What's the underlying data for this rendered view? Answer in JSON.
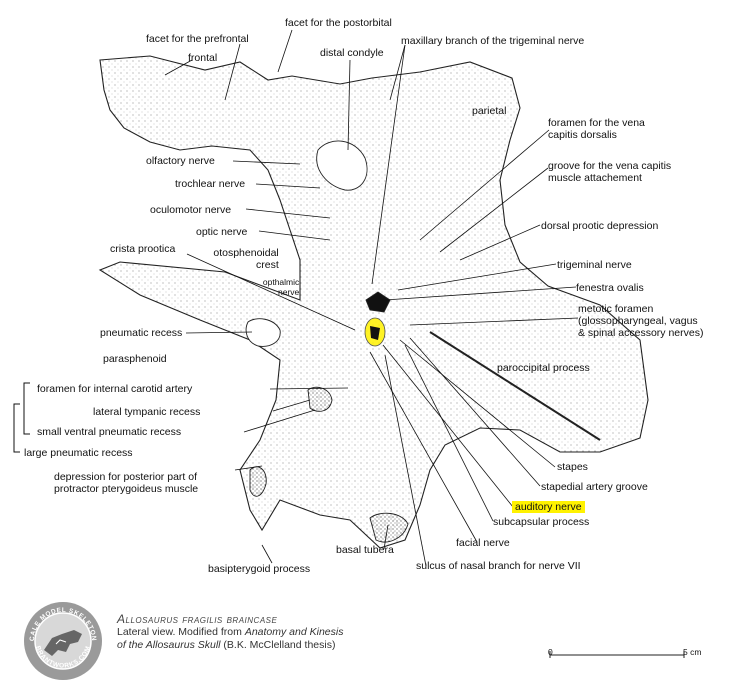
{
  "labels": {
    "facet_prefrontal": "facet for the prefrontal",
    "frontal": "frontal",
    "facet_postorbital": "facet for the postorbital",
    "distal_condyle": "distal condyle",
    "maxillary_branch": "maxillary branch of the trigeminal nerve",
    "parietal": "parietal",
    "vena_capitis_line1": "foramen for the vena",
    "vena_capitis_line2": "capitis dorsalis",
    "olfactory_nerve": "olfactory nerve",
    "groove_line1": "groove for the vena capitis",
    "groove_line2": "muscle attachement",
    "trochlear_nerve": "trochlear nerve",
    "oculomotor_nerve": "oculomotor nerve",
    "dorsal_prootic": "dorsal prootic depression",
    "optic_nerve": "optic nerve",
    "crista_prootica": "crista prootica",
    "otosphenoidal_line1": "otosphenoidal",
    "otosphenoidal_line2": "crest",
    "trigeminal_nerve": "trigeminal nerve",
    "opthalmic_line1": "opthalmic",
    "opthalmic_line2": "nerve",
    "fenestra_ovalis": "fenestra ovalis",
    "metotic_line1": "metotic foramen",
    "metotic_line2": "(glossopharyngeal, vagus",
    "metotic_line3": "& spinal accessory nerves)",
    "pneumatic_recess": "pneumatic recess",
    "parasphenoid": "parasphenoid",
    "paroccipital_process": "paroccipital process",
    "foramen_internal_carotid": "foramen for internal carotid artery",
    "lateral_tympanic_recess": "lateral tympanic recess",
    "small_ventral_recess": "small ventral pneumatic recess",
    "large_pneumatic_recess": "large pneumatic recess",
    "depression_line1": "depression for posterior part of",
    "depression_line2": "protractor pterygoideus muscle",
    "stapes": "stapes",
    "stapedial_artery_groove": "stapedial artery groove",
    "auditory_nerve": "auditory nerve",
    "subcapsular_process": "subcapsular process",
    "facial_nerve": "facial nerve",
    "basal_tubera": "basal tubera",
    "sulcus_nasal": "sulcus of nasal branch for nerve VII",
    "basipterygoid_process": "basipterygoid process"
  },
  "caption": {
    "title": "Allosaurus fragilis braincase",
    "line2_prefix": "Lateral view. Modified from ",
    "line2_italic": "Anatomy and Kinesis",
    "line3_italic": "of the Allosaurus Skull",
    "line3_suffix": " (B.K. McClelland thesis)"
  },
  "badge": {
    "top_text": "SCALE MODEL SKELETONS",
    "bottom_text": "BRANTWORKS.COM"
  },
  "scale": {
    "start": "0",
    "end": "5 cm"
  },
  "colors": {
    "highlight": "#fff200",
    "ink": "#1a1a1a"
  }
}
